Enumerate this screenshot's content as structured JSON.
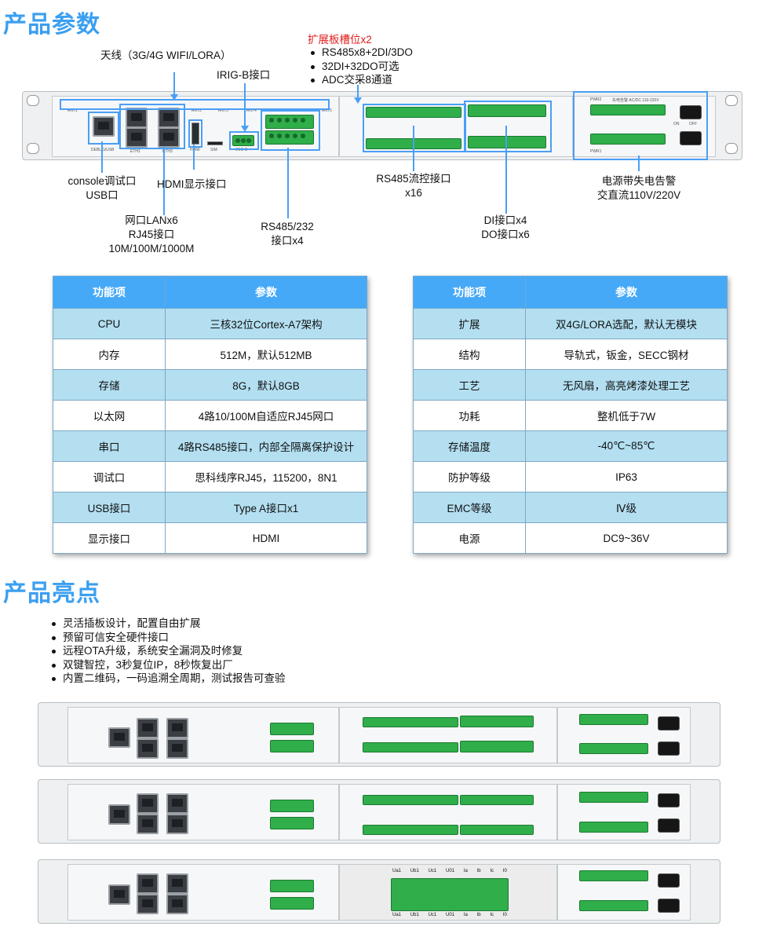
{
  "sections": {
    "params_title": "产品参数",
    "highlights_title": "产品亮点"
  },
  "annotations": {
    "antenna": "天线（3G/4G WIFI/LORA）",
    "irig": "IRIG-B接口",
    "expansion_title": "扩展板槽位x2",
    "expansion_items": [
      "RS485x8+2DI/3DO",
      "32DI+32DO可选",
      "ADC交采8通道"
    ],
    "console_line1": "console调试口",
    "console_line2": "USB口",
    "hdmi": "HDMI显示接口",
    "lan_line1": "网口LANx6",
    "lan_line2": "RJ45接口",
    "lan_line3": "10M/100M/1000M",
    "rs485_232_line1": "RS485/232",
    "rs485_232_line2": "接口x4",
    "rs485_flow_line1": "RS485流控接口",
    "rs485_flow_line2": "x16",
    "dido_line1": "DI接口x4",
    "dido_line2": "DO接口x6",
    "power_line1": "电源带失电告警",
    "power_line2": "交直流110V/220V"
  },
  "device_labels": {
    "ant1": "ANT1",
    "ant2": "ANT2",
    "ant3": "ANT3",
    "ant4": "ANT4",
    "ant5": "ANT5",
    "debug_usb": "DEBUG/USB",
    "eth1": "ETH1",
    "eth2": "ETH2",
    "eth3": "ETH3",
    "hdmi": "HDMI",
    "sim": "SIM",
    "irig_b": "IRIG-B",
    "pwr1": "PWR1",
    "pwr2": "PWR2",
    "pwr_alarm": "失电告警 AC/DC 110-220V",
    "on": "ON",
    "off": "OFF"
  },
  "table_left": {
    "headers": [
      "功能项",
      "参数"
    ],
    "rows": [
      [
        "CPU",
        "三核32位Cortex-A7架构"
      ],
      [
        "内存",
        "512M，默认512MB"
      ],
      [
        "存储",
        "8G，默认8GB"
      ],
      [
        "以太网",
        "4路10/100M自适应RJ45网口"
      ],
      [
        "串口",
        "4路RS485接口，内部全隔离保护设计"
      ],
      [
        "调试口",
        "思科线序RJ45，115200，8N1"
      ],
      [
        "USB接口",
        "Type A接口x1"
      ],
      [
        "显示接口",
        "HDMI"
      ]
    ]
  },
  "table_right": {
    "headers": [
      "功能项",
      "参数"
    ],
    "rows": [
      [
        "扩展",
        "双4G/LORA选配，默认无模块"
      ],
      [
        "结构",
        "导轨式，钣金，SECC钢材"
      ],
      [
        "工艺",
        "无风扇，高亮烤漆处理工艺"
      ],
      [
        "功耗",
        "整机低于7W"
      ],
      [
        "存储温度",
        "-40℃~85℃"
      ],
      [
        "防护等级",
        "IP63"
      ],
      [
        "EMC等级",
        "Ⅳ级"
      ],
      [
        "电源",
        "DC9~36V"
      ]
    ]
  },
  "highlights": [
    "灵活插板设计，配置自由扩展",
    "预留可信安全硬件接口",
    "远程OTA升级，系统安全漏洞及时修复",
    "双键智控，3秒复位IP，8秒恢复出厂",
    "内置二维码，一码追溯全周期，测试报告可查验"
  ],
  "adc_labels": {
    "top": [
      "Ua1",
      "Ub1",
      "Uc1",
      "U01",
      "Ia",
      "Ib",
      "Ic",
      "I0"
    ],
    "bottom": [
      "Ua1",
      "Ub1",
      "Uc1",
      "U01",
      "Ia",
      "Ib",
      "Ic",
      "I0"
    ]
  },
  "colors": {
    "title": "#3b9ff0",
    "table_header": "#45a9f7",
    "table_row_alt": "#b3dff1",
    "callout": "#4a9ff5",
    "expansion_title": "#e21c1c"
  }
}
